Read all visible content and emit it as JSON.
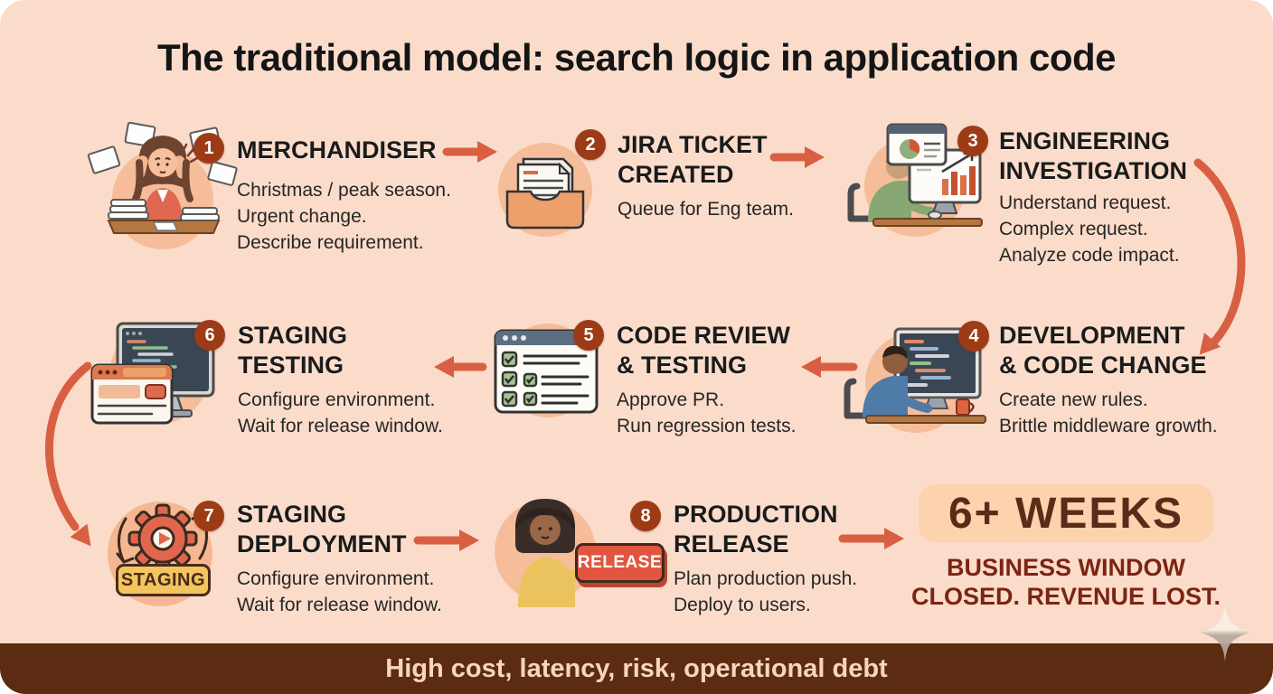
{
  "page": {
    "title": "The traditional model: search logic in application code"
  },
  "steps": [
    {
      "number": "1",
      "title": "MERCHANDISER",
      "desc": "Christmas / peak season.\nUrgent change.\nDescribe requirement."
    },
    {
      "number": "2",
      "title": "JIRA TICKET\nCREATED",
      "desc": "Queue for Eng team."
    },
    {
      "number": "3",
      "title": "ENGINEERING\nINVESTIGATION",
      "desc": "Understand request.\nComplex request.\nAnalyze code impact."
    },
    {
      "number": "4",
      "title": "DEVELOPMENT\n& CODE CHANGE",
      "desc": "Create new rules.\nBrittle middleware growth."
    },
    {
      "number": "5",
      "title": "CODE REVIEW\n& TESTING",
      "desc": "Approve PR.\nRun regression tests."
    },
    {
      "number": "6",
      "title": "STAGING\nTESTING",
      "desc": "Configure environment.\nWait for release window."
    },
    {
      "number": "7",
      "title": "STAGING\nDEPLOYMENT",
      "desc": "Configure environment.\nWait for release window.",
      "badge_label": "STAGING"
    },
    {
      "number": "8",
      "title": "PRODUCTION\nRELEASE",
      "desc": "Plan production push.\nDeploy to users.",
      "badge_label": "RELEASE"
    }
  ],
  "outcome": {
    "headline": "6+ WEEKS",
    "subline": "BUSINESS WINDOW\nCLOSED. REVENUE LOST."
  },
  "footer": {
    "text": "High cost, latency, risk, operational debt"
  },
  "icons": {
    "step1": "stressed-merchandiser-illustration",
    "step2": "jira-inbox-tray-illustration",
    "step3": "engineer-analytics-illustration",
    "step4": "developer-coding-illustration",
    "step5": "checklist-window-illustration",
    "step6": "staging-monitor-illustration",
    "step7": "deployment-gear-illustration",
    "step8": "release-button-illustration",
    "flow": "arrow-icon",
    "decoration": "sparkle-icon"
  },
  "colors": {
    "background": "#fbdcca",
    "arrow": "#d95f43",
    "step_badge": "#9c3b16",
    "headline_pill": "#fcd3ae",
    "headline_text": "#5d2a1a",
    "warning_text": "#7c2413",
    "footer_background": "#5b2c12",
    "footer_text": "#f8d5bf",
    "staging_badge": "#f3c55f",
    "release_button": "#e2563f"
  }
}
